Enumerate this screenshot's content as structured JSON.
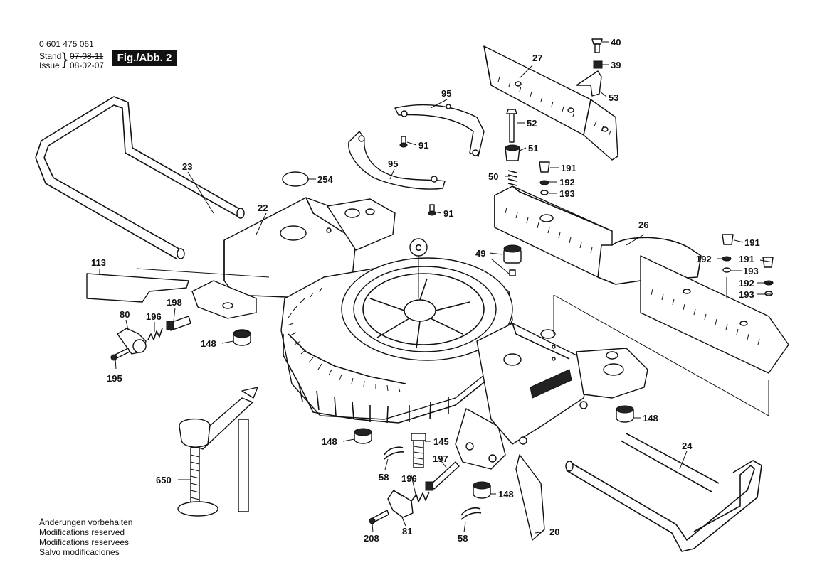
{
  "header": {
    "part_number": "0 601 475 061",
    "stand_label": "Stand",
    "stand_date": "07-08-11",
    "issue_label": "Issue",
    "issue_date": "08-02-07",
    "figure_badge": "Fig./Abb. 2"
  },
  "notes": [
    "Änderungen vorbehalten",
    "Modifications reserved",
    "Modifications reservees",
    "Salvo modificaciones"
  ],
  "callout_c": "C",
  "part_labels": [
    "40",
    "39",
    "27",
    "53",
    "95",
    "52",
    "91",
    "51",
    "191",
    "95",
    "192",
    "193",
    "50",
    "254",
    "23",
    "91",
    "22",
    "26",
    "191",
    "192",
    "191",
    "193",
    "49",
    "192",
    "113",
    "193",
    "198",
    "80",
    "196",
    "148",
    "195",
    "148",
    "24",
    "650",
    "148",
    "145",
    "197",
    "58",
    "196",
    "148",
    "81",
    "20",
    "208",
    "58"
  ]
}
